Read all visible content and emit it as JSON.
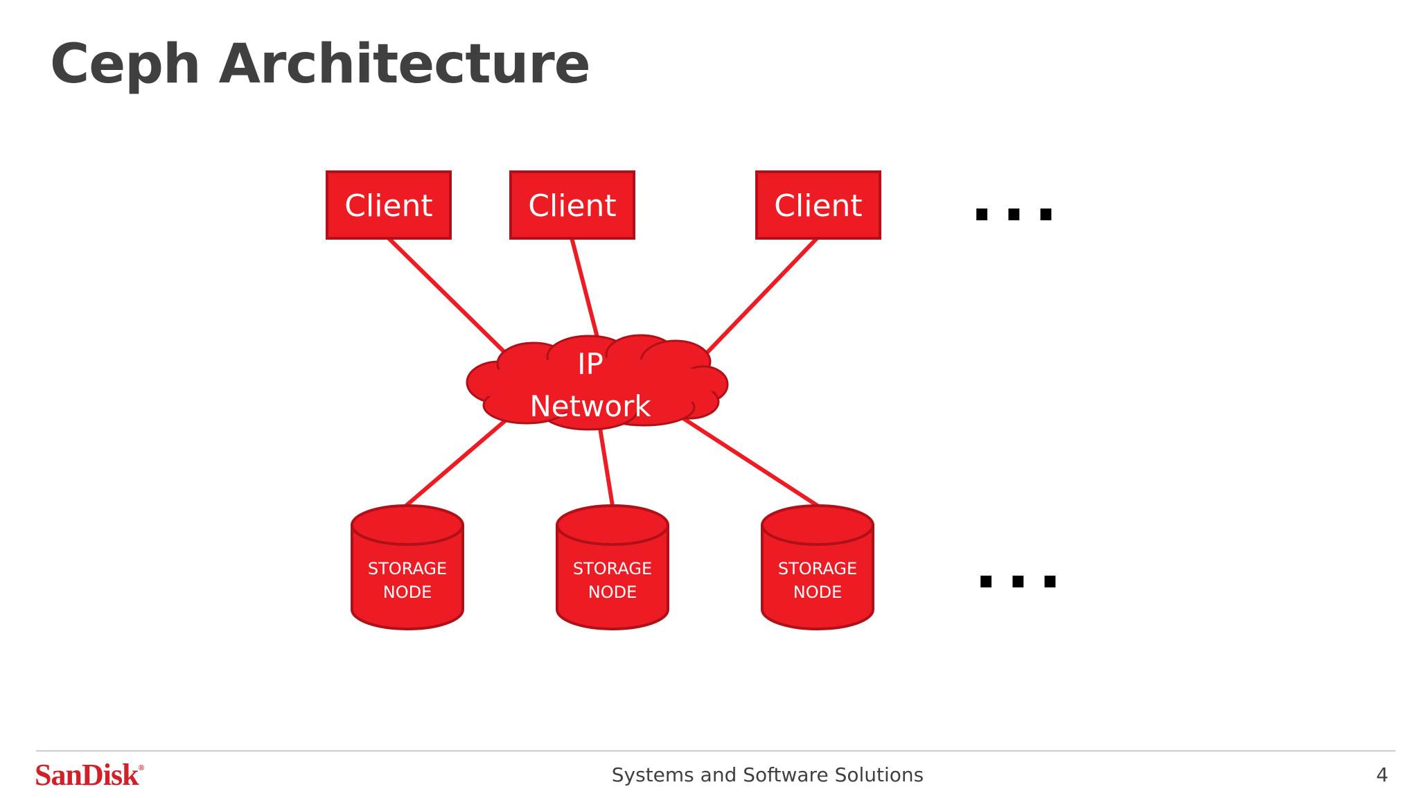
{
  "slide": {
    "title": "Ceph Architecture",
    "footer_text": "Systems and Software Solutions",
    "page_number": "4",
    "logo_text": "SanDisk",
    "logo_mark": "®"
  },
  "diagram": {
    "clients": [
      {
        "label": "Client"
      },
      {
        "label": "Client"
      },
      {
        "label": "Client"
      }
    ],
    "network": {
      "line1": "IP",
      "line2": "Network"
    },
    "storage_nodes": [
      {
        "line1": "STORAGE",
        "line2": "NODE"
      },
      {
        "line1": "STORAGE",
        "line2": "NODE"
      },
      {
        "line1": "STORAGE",
        "line2": "NODE"
      }
    ],
    "more_clients": "...",
    "more_storage": "..."
  },
  "colors": {
    "accent": "#ed1c24",
    "accent_dark": "#c00000",
    "title": "#404040"
  }
}
